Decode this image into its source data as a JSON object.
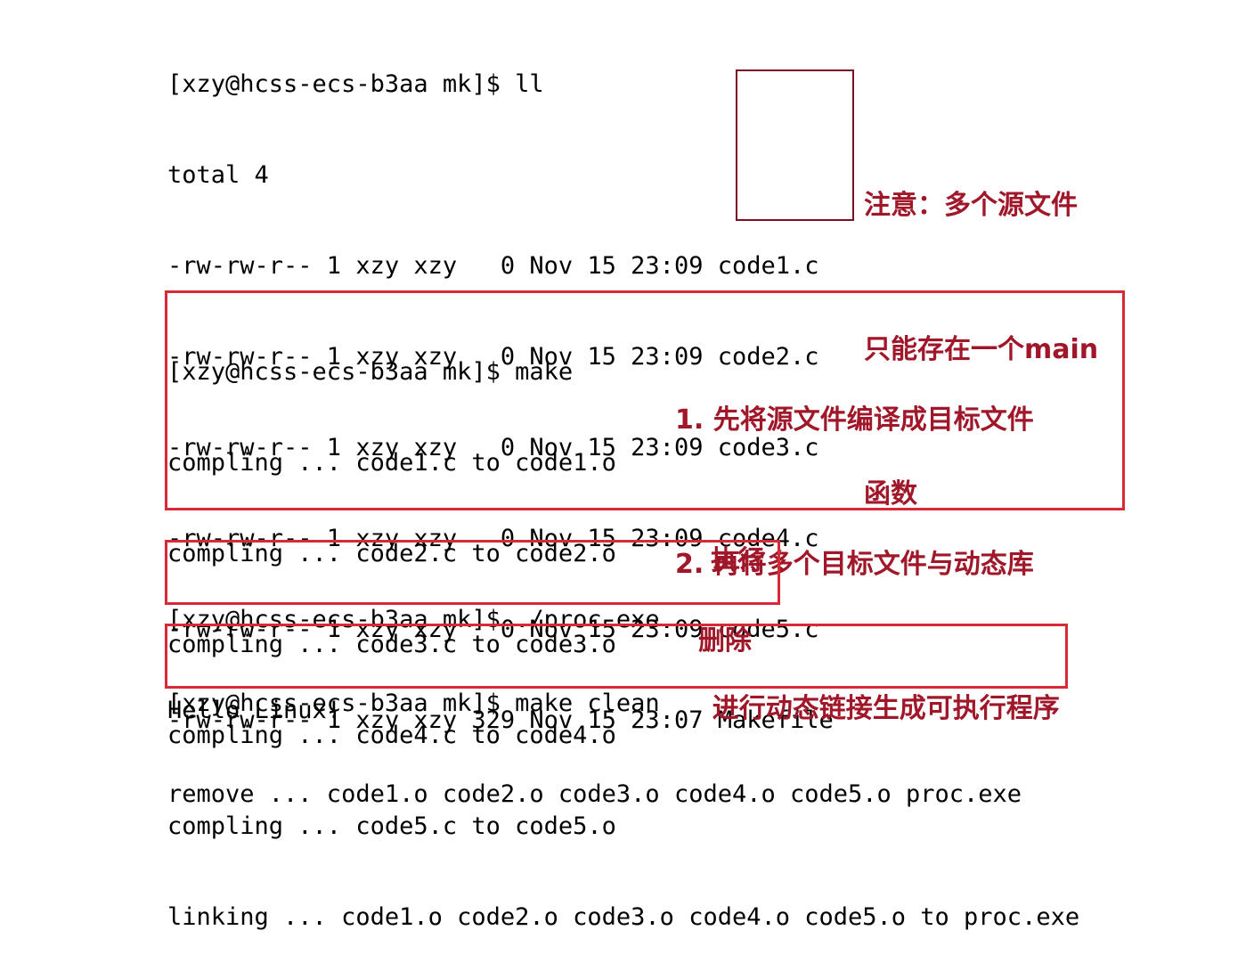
{
  "colors": {
    "note": "#a01729",
    "box_dark": "#7a1020",
    "box_red": "#d72a35",
    "text": "#000000"
  },
  "block1": {
    "lines": [
      "[xzy@hcss-ecs-b3aa mk]$ ll",
      "total 4",
      "-rw-rw-r-- 1 xzy xzy   0 Nov 15 23:09 code1.c",
      "-rw-rw-r-- 1 xzy xzy   0 Nov 15 23:09 code2.c",
      "-rw-rw-r-- 1 xzy xzy   0 Nov 15 23:09 code3.c",
      "-rw-rw-r-- 1 xzy xzy   0 Nov 15 23:09 code4.c",
      "-rw-rw-r-- 1 xzy xzy   0 Nov 15 23:09 code5.c",
      "-rw-rw-r-- 1 xzy xzy 329 Nov 15 23:07 Makefile"
    ],
    "note": [
      "注意：多个源文件",
      "只能存在一个main",
      "函数"
    ]
  },
  "block2": {
    "lines": [
      "[xzy@hcss-ecs-b3aa mk]$ make",
      "compling ... code1.c to code1.o",
      "compling ... code2.c to code2.o",
      "compling ... code3.c to code3.o",
      "compling ... code4.c to code4.o",
      "compling ... code5.c to code5.o",
      "linking ... code1.o code2.o code3.o code4.o code5.o to proc.exe"
    ],
    "note": [
      "1. 先将源文件编译成目标文件",
      "2. 再将多个目标文件与动态库",
      "    进行动态链接生成可执行程序"
    ]
  },
  "block3": {
    "lines": [
      "[xzy@hcss-ecs-b3aa mk]$ ./proc.exe",
      "Hello Linux!"
    ],
    "note": "执行"
  },
  "block4": {
    "lines": [
      "[xzy@hcss-ecs-b3aa mk]$ make clean",
      "remove ... code1.o code2.o code3.o code4.o code5.o proc.exe"
    ],
    "note": "删除"
  }
}
